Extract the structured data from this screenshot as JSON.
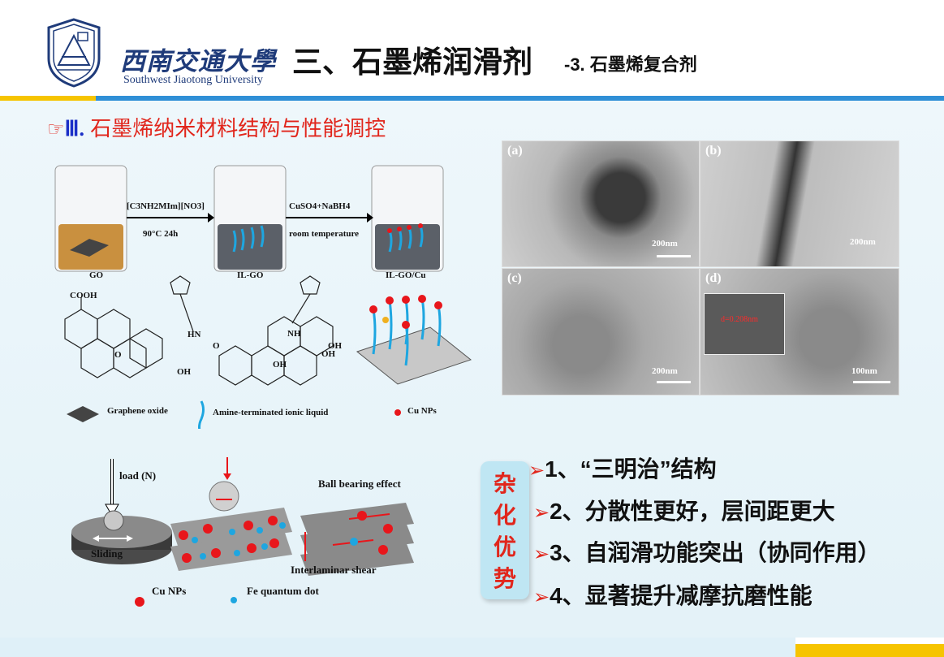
{
  "header": {
    "university_cn": "西南交通大學",
    "university_en": "Southwest Jiaotong University",
    "title": "三、石墨烯润滑剂",
    "subtitle": "-3. 石墨烯复合剂"
  },
  "section": {
    "bullet_icon": "pointing-hand-icon",
    "roman": "Ⅲ.",
    "title": "石墨烯纳米材料结构与性能调控"
  },
  "synthesis": {
    "beakers": [
      "GO",
      "IL-GO",
      "IL-GO/Cu"
    ],
    "step1_top": "[C3NH2MIm][NO3]",
    "step1_bottom": "90°C  24h",
    "step2_top": "CuSO4+NaBH4",
    "step2_bottom": "room temperature",
    "legend": [
      "Graphene oxide",
      "Amine-terminated ionic liquid",
      "Cu NPs"
    ],
    "chem_labels": [
      "COOH",
      "OH",
      "O",
      "OH",
      "NH",
      "HN",
      "O",
      "OH",
      "OH"
    ]
  },
  "tem": {
    "panels": [
      {
        "label": "(a)",
        "scale": "200nm"
      },
      {
        "label": "(b)",
        "scale": "200nm"
      },
      {
        "label": "(c)",
        "scale": "200nm"
      },
      {
        "label": "(d)",
        "scale": "100nm"
      }
    ],
    "inset_label": "d=0.208nm"
  },
  "mechanism": {
    "load": "load (N)",
    "sliding": "Sliding",
    "ball_bearing": "Ball bearing effect",
    "interlaminar": "Interlaminar shear",
    "legend": [
      "Cu NPs",
      "Fe quantum dot"
    ]
  },
  "advantages": {
    "box_chars": [
      "杂",
      "化",
      "优",
      "势"
    ],
    "points": [
      "1、“三明治”结构",
      "2、分散性更好，层间距更大",
      "3、自润滑功能突出（协同作用）",
      "4、显著提升减摩抗磨性能"
    ]
  },
  "colors": {
    "accent_red": "#e1261c",
    "bar_blue": "#2f8fd6",
    "bar_yellow": "#f6c400",
    "title_blue": "#1b2fc7",
    "cu_np": "#e8161b",
    "fe_dot": "#1ea6e0"
  }
}
